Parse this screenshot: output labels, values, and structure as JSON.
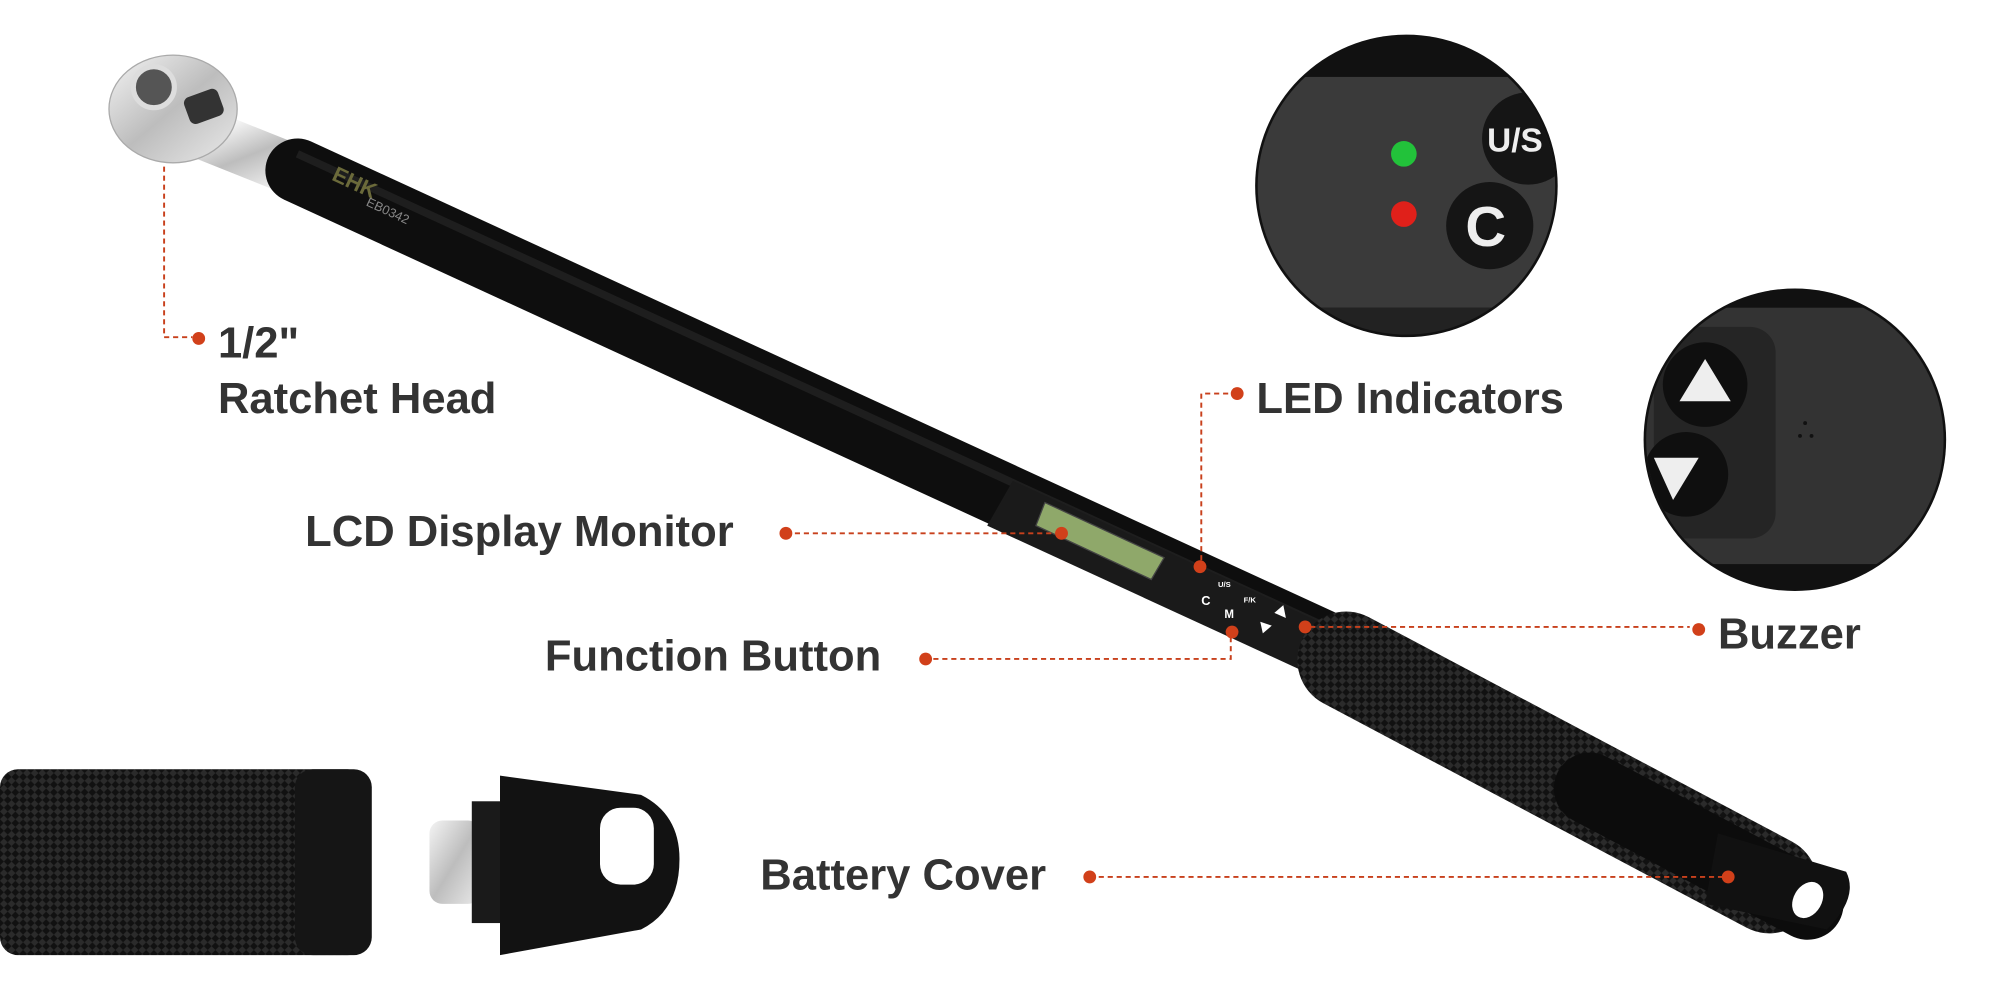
{
  "brand_logo": "EHK",
  "model": "EB0342",
  "labels": {
    "ratchet_line1": "1/2\"",
    "ratchet_line2": "Ratchet Head",
    "led": "LED Indicators",
    "lcd": "LCD Display Monitor",
    "function": "Function Button",
    "buzzer": "Buzzer",
    "battery": "Battery Cover"
  },
  "buttons": {
    "us": "U/S",
    "fk": "F/K",
    "c": "C",
    "m": "M"
  },
  "inset_led": {
    "button_top": "U/S",
    "button_bottom": "C",
    "led_colors": [
      "#22c23a",
      "#e0201a"
    ]
  },
  "inset_buzzer": {
    "icons": [
      "triangle-up-icon",
      "triangle-down-icon"
    ]
  },
  "colors": {
    "accent": "#d1401a",
    "text": "#333333",
    "lcd": "#8fa86a"
  }
}
